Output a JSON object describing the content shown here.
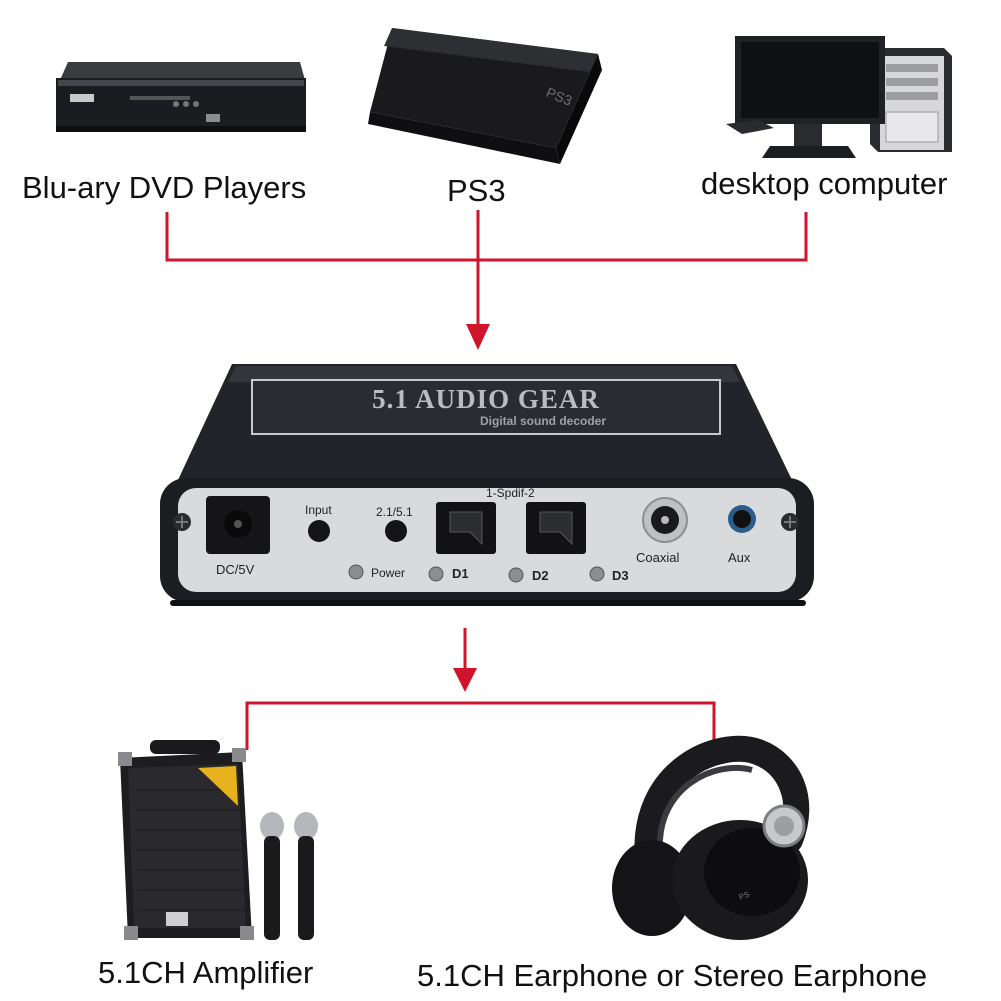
{
  "sources": [
    {
      "label": "Blu-ary DVD Players",
      "icon": "bluray-player-icon"
    },
    {
      "label": "PS3",
      "icon": "ps3-console-icon"
    },
    {
      "label": "desktop computer",
      "icon": "desktop-computer-icon"
    }
  ],
  "device": {
    "title": "5.1 AUDIO GEAR",
    "subtitle": "Digital sound decoder",
    "ports": {
      "dc": "DC/5V",
      "input": "Input",
      "mode": "2.1/5.1",
      "spdif": "1-Spdif-2",
      "coaxial": "Coaxial",
      "aux": "Aux"
    },
    "leds": {
      "power": "Power",
      "d1": "D1",
      "d2": "D2",
      "d3": "D3"
    }
  },
  "outputs": [
    {
      "label": "5.1CH Amplifier",
      "icon": "speaker-amplifier-icon"
    },
    {
      "label": "5.1CH Earphone or Stereo Earphone",
      "icon": "headphones-icon"
    }
  ],
  "colors": {
    "connector": "#d0142c",
    "device_body": "#1f2024",
    "panel": "#d9dadc"
  }
}
